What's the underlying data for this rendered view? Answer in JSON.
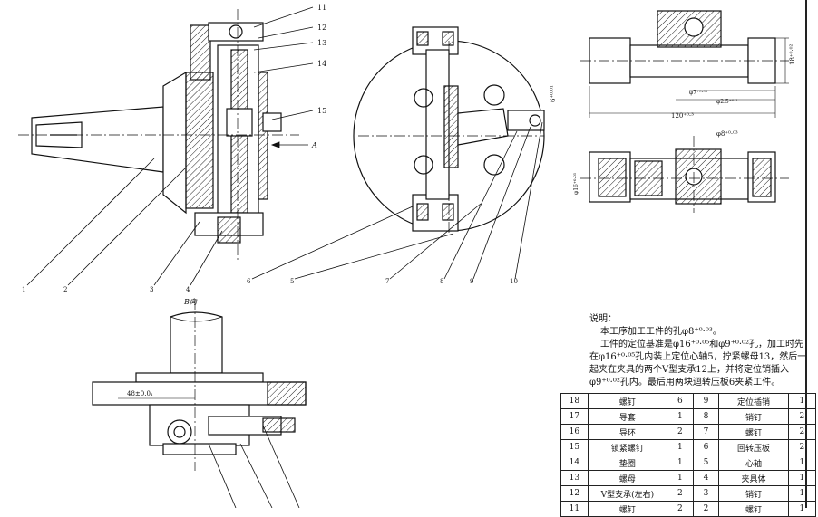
{
  "top_view": {
    "leaders": [
      "11",
      "12",
      "13",
      "14",
      "15"
    ],
    "section_arrow": "A",
    "bottom_labels": [
      "1",
      "2",
      "3",
      "4",
      "6",
      "5",
      "7",
      "8",
      "9",
      "10"
    ]
  },
  "b_view": {
    "title": "B向",
    "dimension": "48±0.0₁"
  },
  "workpiece": {
    "dims": [
      "18⁺⁰·⁰²",
      "6⁺⁰·⁰¹",
      "φ7⁺⁰·⁰⁵",
      "φ2.5⁺⁰·¹",
      "120⁺⁰·³",
      "φ8⁺⁰·⁰³",
      "φ16⁺⁰·⁰⁵"
    ]
  },
  "notes": {
    "title": "说明：",
    "lines": [
      "本工序加工工件的孔φ8⁺⁰·⁰³。",
      "工件的定位基准是φ16⁺⁰·⁰⁵和φ9⁺⁰·⁰²孔，加工时先在φ16⁺⁰·⁰⁵孔内装上定位心轴5，拧紧螺母13，然后一起夹在夹具的两个V型支承12上，并将定位销插入φ9⁺⁰·⁰²孔内。最后用两块迴转压板6夹紧工件。"
    ]
  },
  "parts_table": [
    [
      "18",
      "螺钉",
      "6",
      "9",
      "定位插销",
      "1"
    ],
    [
      "17",
      "导套",
      "1",
      "8",
      "销钉",
      "2"
    ],
    [
      "16",
      "导环",
      "2",
      "7",
      "螺钉",
      "2"
    ],
    [
      "15",
      "锁紧螺钉",
      "1",
      "6",
      "回转压板",
      "2"
    ],
    [
      "14",
      "垫圈",
      "1",
      "5",
      "心轴",
      "1"
    ],
    [
      "13",
      "螺母",
      "1",
      "4",
      "夹具体",
      "1"
    ],
    [
      "12",
      "V型支承(左右)",
      "2",
      "3",
      "销钉",
      "1"
    ],
    [
      "11",
      "螺钉",
      "2",
      "2",
      "螺钉",
      "1"
    ]
  ]
}
